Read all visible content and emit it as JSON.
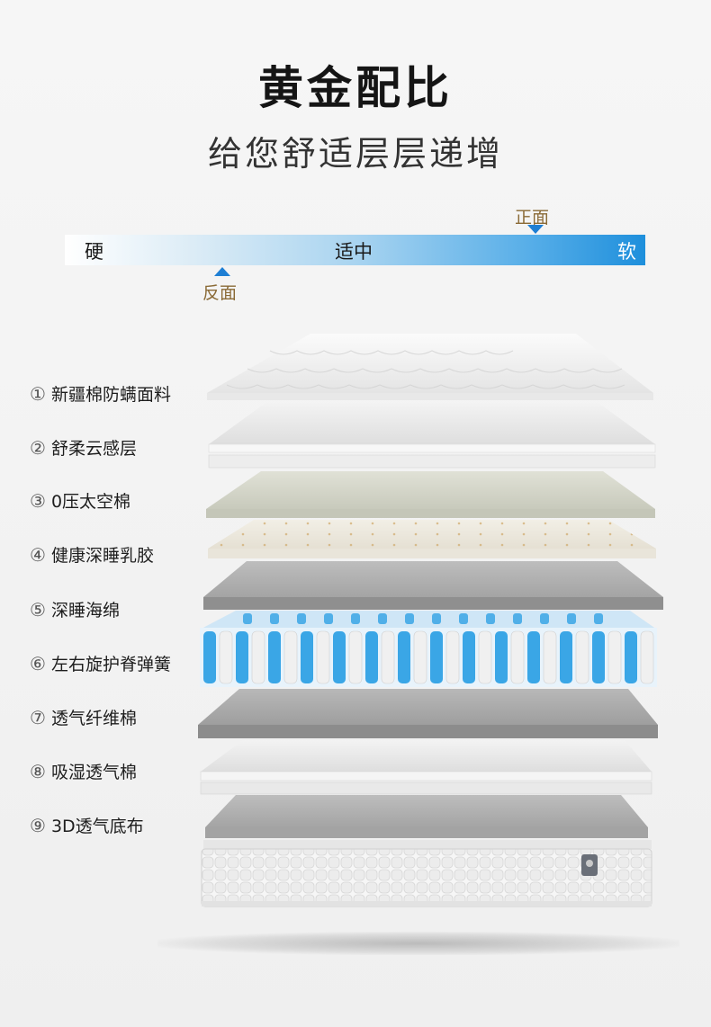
{
  "header": {
    "title": "黄金配比",
    "subtitle": "给您舒适层层递增"
  },
  "firmness_scale": {
    "hard": "硬",
    "medium": "适中",
    "soft": "软",
    "front_side": "正面",
    "back_side": "反面",
    "front_level": 0.82,
    "back_level": 0.27,
    "gradient_colors": [
      "#ffffff",
      "#a9d4f0",
      "#1e8fdc"
    ]
  },
  "layers": [
    {
      "num": "①",
      "name": "新疆棉防螨面料"
    },
    {
      "num": "②",
      "name": "舒柔云感层"
    },
    {
      "num": "③",
      "name": "0压太空棉"
    },
    {
      "num": "④",
      "name": "健康深睡乳胶"
    },
    {
      "num": "⑤",
      "name": "深睡海绵"
    },
    {
      "num": "⑥",
      "name": "左右旋护脊弹簧"
    },
    {
      "num": "⑦",
      "name": "透气纤维棉"
    },
    {
      "num": "⑧",
      "name": "吸湿透气棉"
    },
    {
      "num": "⑨",
      "name": "3D透气底布"
    }
  ],
  "colors": {
    "accent_blue": "#1e7fd4",
    "spring_blue": "#3aa6e6",
    "label_brown": "#8a6a36"
  }
}
